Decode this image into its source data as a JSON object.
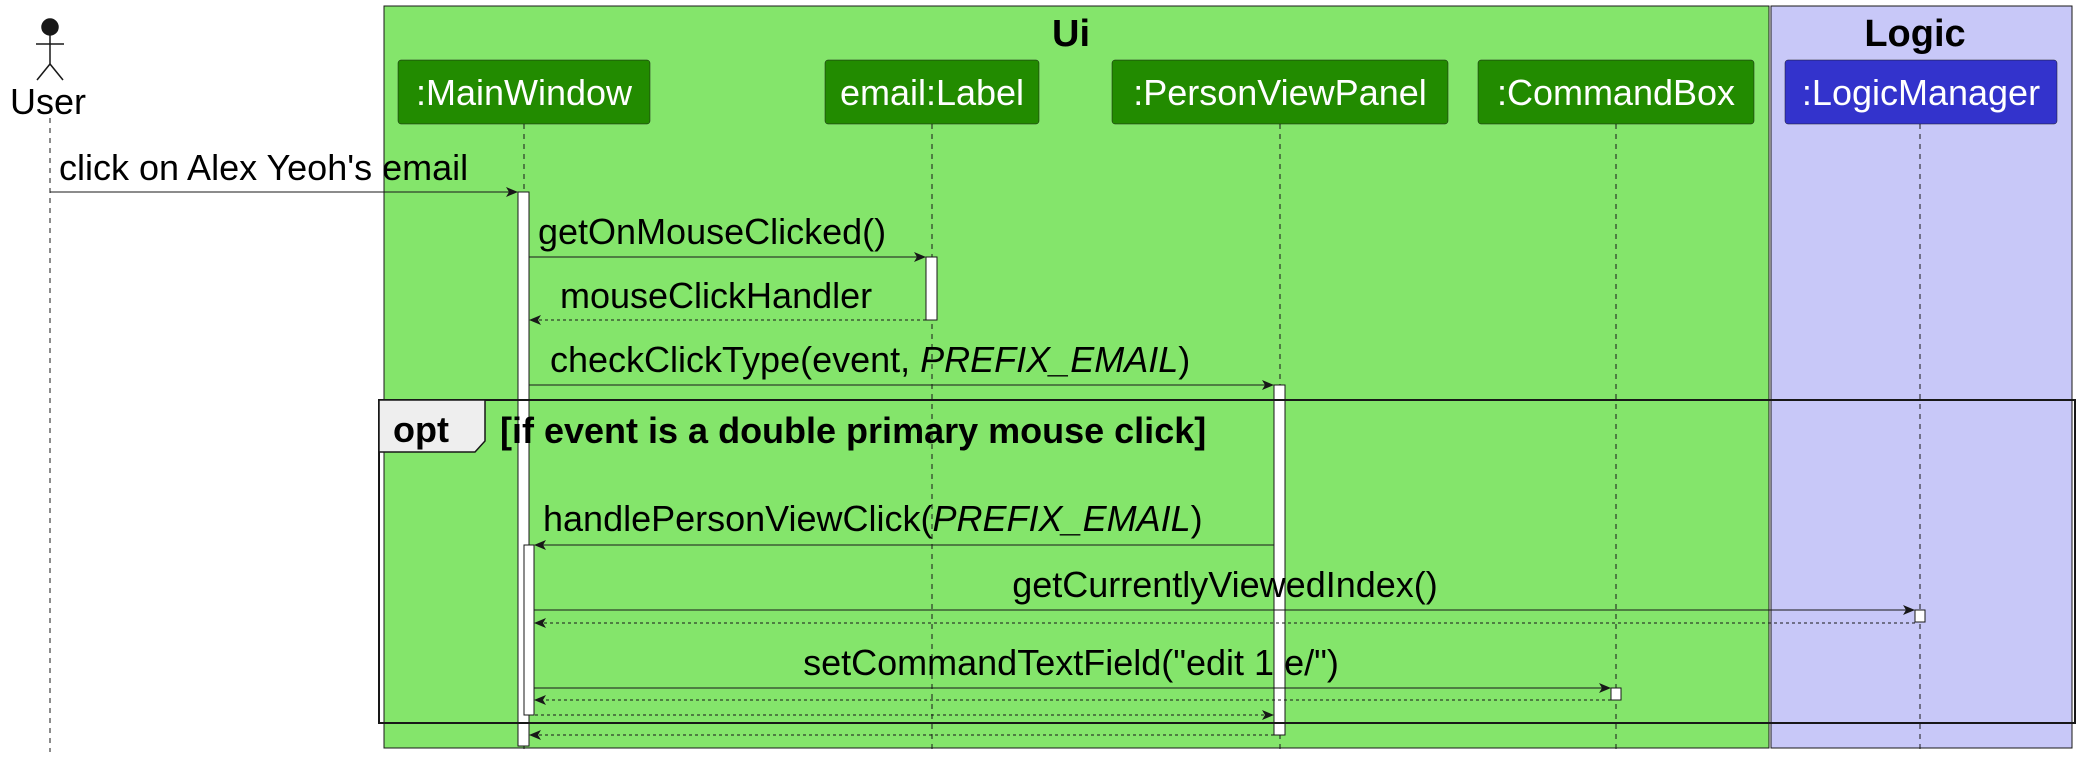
{
  "boxes": {
    "ui": {
      "title": "Ui",
      "color": "#84E56B"
    },
    "logic": {
      "title": "Logic",
      "color": "#C8C8F8"
    }
  },
  "actor": {
    "label": "User"
  },
  "participants": {
    "main_window": {
      "label": ":MainWindow",
      "color": "#228B00"
    },
    "email_label": {
      "label": "email:Label",
      "color": "#228B00"
    },
    "person_view_panel": {
      "label": ":PersonViewPanel",
      "color": "#228B00"
    },
    "command_box": {
      "label": ":CommandBox",
      "color": "#228B00"
    },
    "logic_manager": {
      "label": ":LogicManager",
      "color": "#3333CC"
    }
  },
  "messages": {
    "m1": {
      "text": "click on Alex Yeoh's email"
    },
    "m2": {
      "text": "getOnMouseClicked()"
    },
    "m3": {
      "text": "mouseClickHandler"
    },
    "m4": {
      "prefix": "checkClickType(event, ",
      "arg": "PREFIX_EMAIL",
      "suffix": ")"
    },
    "m5": {
      "prefix": "handlePersonViewClick(",
      "arg": "PREFIX_EMAIL",
      "suffix": ")"
    },
    "m6": {
      "text": "getCurrentlyViewedIndex()"
    },
    "m7": {
      "text": "setCommandTextField(\"edit 1 e/\")"
    }
  },
  "fragment": {
    "keyword": "opt",
    "guard": "[if event is a double primary mouse click]"
  }
}
